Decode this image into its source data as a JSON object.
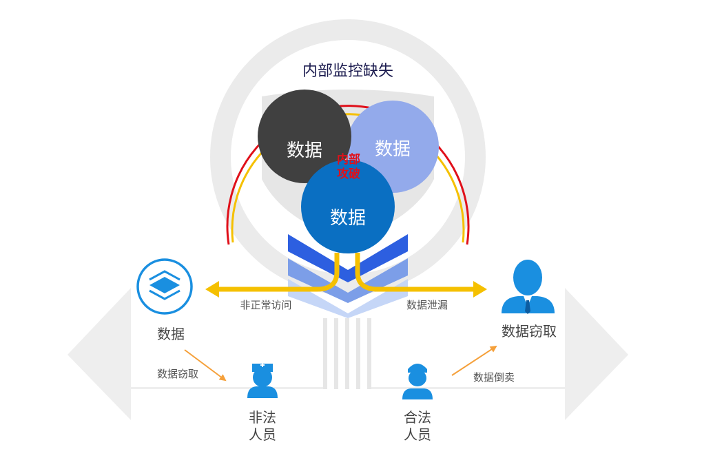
{
  "diagram": {
    "top_label": "内部监控缺失",
    "circle_left": "数据",
    "circle_right": "数据",
    "circle_center": "数据",
    "overlap_line1": "内部",
    "overlap_line2": "攻破",
    "arrow_left_label": "非正常访问",
    "arrow_right_label": "数据泄漏",
    "data_icon_label": "数据",
    "data_theft_label": "数据窃取",
    "left_flow_label": "数据窃取",
    "right_flow_label": "数据倒卖",
    "illegal_person_line1": "非法",
    "illegal_person_line2": "人员",
    "legal_person_line1": "合法",
    "legal_person_line2": "人员"
  },
  "colors": {
    "dark_circle": "#404040",
    "light_circle": "#93aaeb",
    "blue_circle": "#0a6fc2",
    "ring_red": "#e0101a",
    "ring_yellow": "#f5c000",
    "arrow_yellow": "#f5c000",
    "accent_blue": "#1a8fe0",
    "orange_arrow": "#f5a03a",
    "alert_red": "#e0101a",
    "label_gray": "#555555",
    "road_gray": "#eeeeee"
  },
  "icons": {
    "data_icon": "layers-icon",
    "illegal_person": "nurse-icon",
    "legal_person": "worker-icon",
    "thief": "businessman-icon"
  }
}
